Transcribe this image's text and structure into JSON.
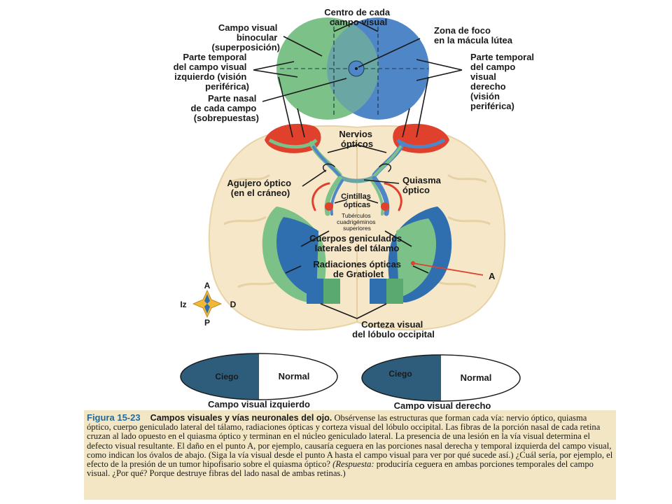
{
  "labels": {
    "center_each_field": [
      "Centro de cada",
      "campo visual"
    ],
    "binocular_field": [
      "Campo visual",
      "binocular",
      "(superposición)"
    ],
    "left_temporal": [
      "Parte temporal",
      "del campo visual",
      "izquierdo (visión",
      "periférica)"
    ],
    "nasal_each_field": [
      "Parte nasal",
      "de cada campo",
      "(sobrepuestas)"
    ],
    "focus_zone": [
      "Zona de foco",
      "en la mácula lútea"
    ],
    "right_temporal": [
      "Parte temporal",
      "del campo",
      "visual",
      "derecho",
      "(visión",
      "periférica)"
    ],
    "optic_nerves": [
      "Nervios",
      "ópticos"
    ],
    "optic_foramen": [
      "Agujero óptico",
      "(en el cráneo)"
    ],
    "optic_chiasm": [
      "Quiasma",
      "óptico"
    ],
    "optic_tracts": [
      "Cintillas",
      "ópticas"
    ],
    "superior_colliculi": [
      "Tubérculos",
      "cuadrigéminos",
      "superiores"
    ],
    "lateral_geniculate": [
      "Cuerpos geniculados",
      "laterales del tálamo"
    ],
    "optic_radiations": [
      "Radiaciones ópticas",
      "de Gratiolet"
    ],
    "point_a": "A",
    "visual_cortex": [
      "Corteza visual",
      "del lóbulo occipital"
    ]
  },
  "compass": {
    "anterior": "A",
    "posterior": "P",
    "left": "Iz",
    "right": "D"
  },
  "fields": {
    "left": {
      "blind": "Ciego",
      "normal": "Normal",
      "caption": "Campo visual izquierdo"
    },
    "right": {
      "blind": "Ciego",
      "normal": "Normal",
      "caption": "Campo visual derecho"
    }
  },
  "caption": {
    "figure": "Figura 15-23",
    "title": "Campos visuales y vías neuronales del ojo.",
    "body": "Obsérvense las estructuras que forman cada vía: nervio óptico, quiasma óptico, cuerpo geniculado lateral del tálamo, radiaciones ópticas y corteza visual del lóbulo occipital. Las fibras de la porción nasal de cada retina cruzan al lado opuesto en el quiasma óptico y terminan en el núcleo geniculado lateral. La presencia de una lesión en la vía visual determina el defecto visual resultante. El daño en el punto A, por ejemplo, causaría ceguera en las porciones nasal derecha y temporal izquierda del campo visual, como indican los óvalos de abajo. (Siga la vía visual desde el punto A hasta el campo visual para ver por qué sucede así.) ¿Cuál sería, por ejemplo, el efecto de la presión de un tumor hipofisario sobre el quiasma óptico?",
    "response_label": "(Respuesta:",
    "response_text": "produciría ceguera en ambas porciones temporales del campo visual. ¿Por qué? Porque destruye fibras del lado nasal de ambas retinas.)"
  },
  "colors": {
    "left_field_green": "#7cc187",
    "right_field_blue": "#4f86c8",
    "overlap": "#6aa6a4",
    "brain": "#f6e7c8",
    "eye_red": "#e0412c",
    "blind_fill": "#2e5d7c",
    "caption_bg": "#f3e6c4"
  }
}
